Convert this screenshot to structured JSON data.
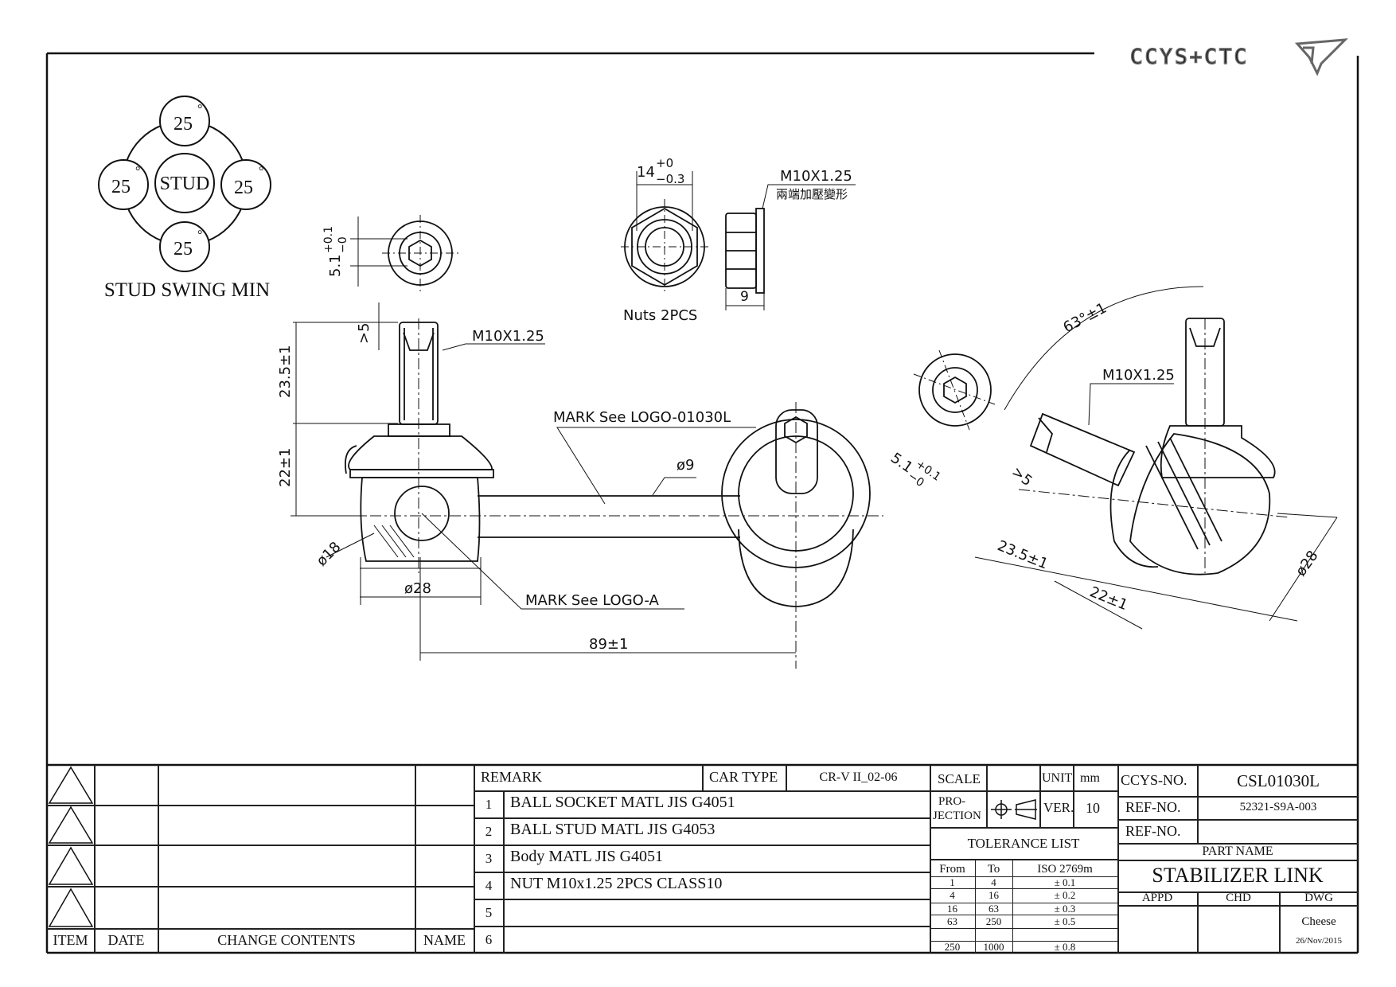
{
  "logo": {
    "text": "CCYS+CTC"
  },
  "swing": {
    "title": "STUD SWING MIN",
    "center": "STUD",
    "top": "25",
    "left": "25",
    "right": "25",
    "bottom": "25",
    "deg": "°"
  },
  "labels": {
    "hex_dim": "5.1",
    "hex_tol_up": "+0.1",
    "hex_tol_dn": "−0",
    "nut_width": "14",
    "nut_tol_up": "+0",
    "nut_tol_dn": "−0.3",
    "nut_thread": "M10X1.25",
    "nut_note": "兩端加壓變形",
    "nut_height": "9",
    "nuts_caption": "Nuts 2PCS",
    "stud_gt5": ">5",
    "stud_thread": "M10X1.25",
    "stud_len": "23.5±1",
    "body_h": "22±1",
    "mark_logo_body": "MARK See LOGO-01030L",
    "rod_dia": "ø9",
    "ball_dia": "ø18",
    "socket_dia": "ø28",
    "mark_logo_a": "MARK See LOGO-A",
    "center_dist": "89±1",
    "angle": "63°±1",
    "r_thread": "M10X1.25",
    "r_hex": "5.1",
    "r_hex_up": "+0.1",
    "r_hex_dn": "−0",
    "r_gt5": ">5",
    "r_len": "23.5±1",
    "r_body": "22±1",
    "r_dia": "ø28"
  },
  "revisions": {
    "headers": [
      "ITEM",
      "DATE",
      "CHANGE CONTENTS",
      "NAME"
    ]
  },
  "parts": {
    "remark_label": "REMARK",
    "car_type_label": "CAR TYPE",
    "car_type": "CR-V II_02-06",
    "rows": [
      {
        "no": "1",
        "text": "BALL SOCKET MATL JIS G4051"
      },
      {
        "no": "2",
        "text": "BALL STUD MATL JIS G4053"
      },
      {
        "no": "3",
        "text": "Body MATL JIS G4051"
      },
      {
        "no": "4",
        "text": "NUT M10x1.25 2PCS CLASS10"
      },
      {
        "no": "5",
        "text": ""
      },
      {
        "no": "6",
        "text": ""
      }
    ]
  },
  "spec": {
    "scale_label": "SCALE",
    "unit_label": "UNIT",
    "unit": "mm",
    "projection_label_1": "PRO-",
    "projection_label_2": "JECTION",
    "ver_label": "VER.",
    "ver": "10",
    "tolerance_title": "TOLERANCE LIST",
    "tol_headers": [
      "From",
      "To",
      "ISO 2769m"
    ],
    "tol_rows": [
      [
        "1",
        "4",
        "± 0.1"
      ],
      [
        "4",
        "16",
        "± 0.2"
      ],
      [
        "16",
        "63",
        "± 0.3"
      ],
      [
        "63",
        "250",
        "± 0.5"
      ],
      [
        "250",
        "1000",
        "± 0.8"
      ]
    ]
  },
  "ident": {
    "ccys_label": "CCYS-NO.",
    "ccys_no": "CSL01030L",
    "ref_label_1": "REF-NO.",
    "ref_no_1": "52321-S9A-003",
    "ref_label_2": "REF-NO.",
    "part_name_label": "PART NAME",
    "part_name": "STABILIZER LINK",
    "appd": "APPD",
    "chd": "CHD",
    "dwg": "DWG",
    "drawer": "Cheese",
    "date": "26/Nov/2015"
  }
}
